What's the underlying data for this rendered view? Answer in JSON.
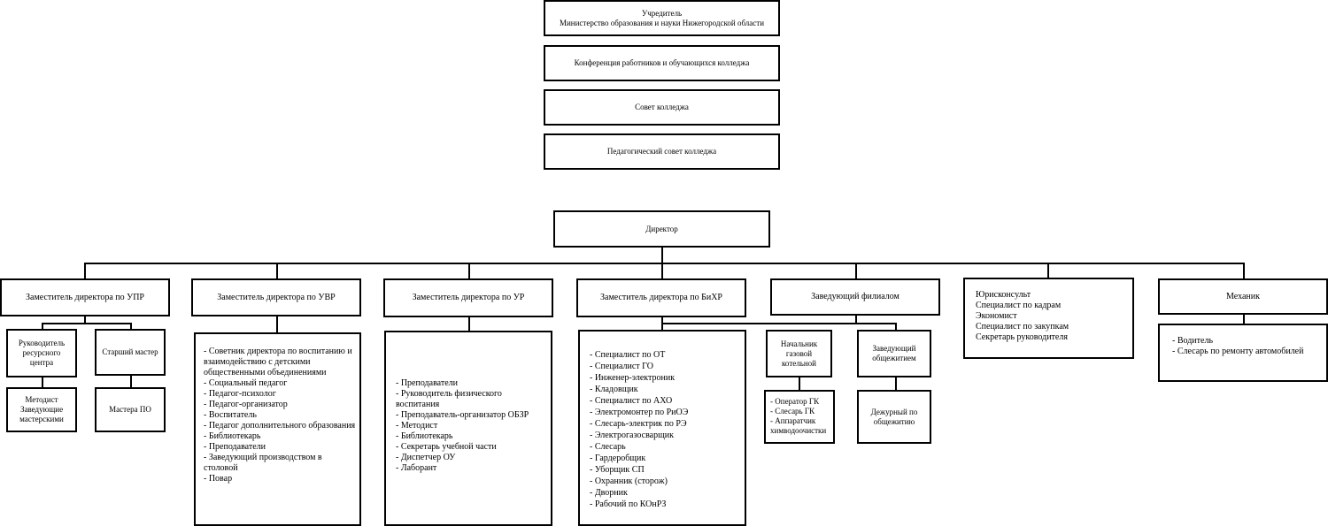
{
  "top_boxes": {
    "founder_title": "Учредитель",
    "founder_name": "Министерство образования и науки Нижегородской области",
    "conference": "Конференция работников  и обучающихся колледжа",
    "college_council": "Совет колледжа",
    "ped_council": "Педагогический совет колледжа"
  },
  "director": "Директор",
  "deputies": {
    "upr": "Заместитель директора по УПР",
    "uvr": "Заместитель директора по УВР",
    "ur": "Заместитель директора по УР",
    "bihr": "Заместитель директора по БиХР",
    "branch": "Заведующий филиалом",
    "mechanic": "Механик"
  },
  "upr_children": {
    "resource_head": "Руководитель ресурсного центра",
    "senior_master": "Старший мастер",
    "methodist_block": [
      "Методист",
      "Заведующие мастерскими"
    ],
    "masters": "Мастера ПО"
  },
  "uvr_staff": [
    "- Советник директора по воспитанию и взаимодействию с детскими общественными объединениями",
    "- Социальный педагог",
    "- Педагог-психолог",
    "- Педагог-организатор",
    "- Воспитатель",
    "- Педагог дополнительного образования",
    "- Библиотекарь",
    "- Преподаватели",
    "- Заведующий производством в столовой",
    "- Повар"
  ],
  "ur_staff": [
    "- Преподаватели",
    "- Руководитель физического воспитания",
    "- Преподаватель-организатор ОБЗР",
    "- Методист",
    "- Библиотекарь",
    "- Секретарь учебной части",
    "- Диспетчер ОУ",
    "- Лаборант"
  ],
  "bihr_staff": [
    "- Специалист по ОТ",
    "- Специалист ГО",
    "- Инженер-электроник",
    "- Кладовщик",
    "- Специалист по АХО",
    "- Электромонтер по РиОЭ",
    "- Слесарь-электрик по РЭ",
    "- Электрогазосварщик",
    "- Слесарь",
    "- Гардеробщик",
    "- Уборщик СП",
    "- Охранник (сторож)",
    "- Дворник",
    "- Рабочий по КОнРЗ"
  ],
  "branch_children": {
    "boiler_head": "Начальник газовой котельной",
    "dorm_head": "Заведующий общежитием",
    "boiler_staff": [
      "- Оператор ГК",
      "- Слесарь ГК",
      "- Аппаратчик химводоочистки"
    ],
    "dorm_staff": "Дежурный по общежитию"
  },
  "standalone_staff": [
    "Юрисконсульт",
    "Специалист по кадрам",
    "Экономист",
    "Специалист по закупкам",
    "Секретарь руководителя"
  ],
  "mechanic_staff": [
    "- Водитель",
    "- Слесарь по ремонту автомобилей"
  ]
}
